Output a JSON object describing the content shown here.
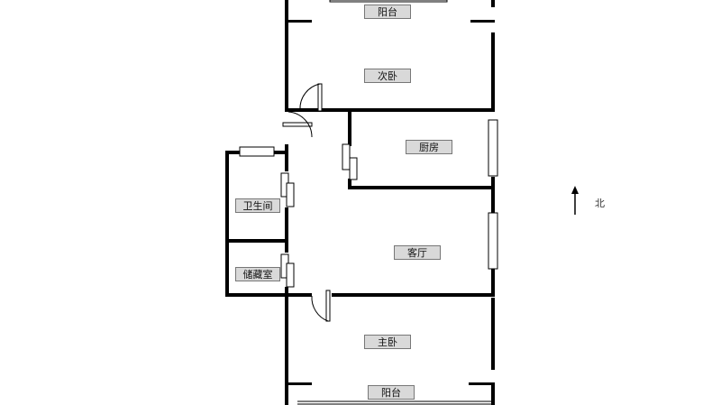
{
  "rooms": {
    "balcony_top": "阳台",
    "second_bedroom": "次卧",
    "kitchen": "厨房",
    "bathroom": "卫生间",
    "living_room": "客厅",
    "storage": "储藏室",
    "master_bedroom": "主卧",
    "balcony_bottom": "阳台"
  },
  "compass": {
    "north": "北"
  }
}
